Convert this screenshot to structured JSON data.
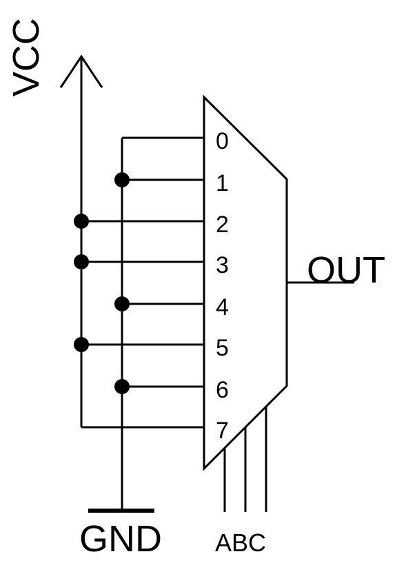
{
  "labels": {
    "vcc": "VCC",
    "gnd": "GND",
    "out": "OUT",
    "select": "ABC"
  },
  "inputs": [
    "0",
    "1",
    "2",
    "3",
    "4",
    "5",
    "6",
    "7"
  ]
}
